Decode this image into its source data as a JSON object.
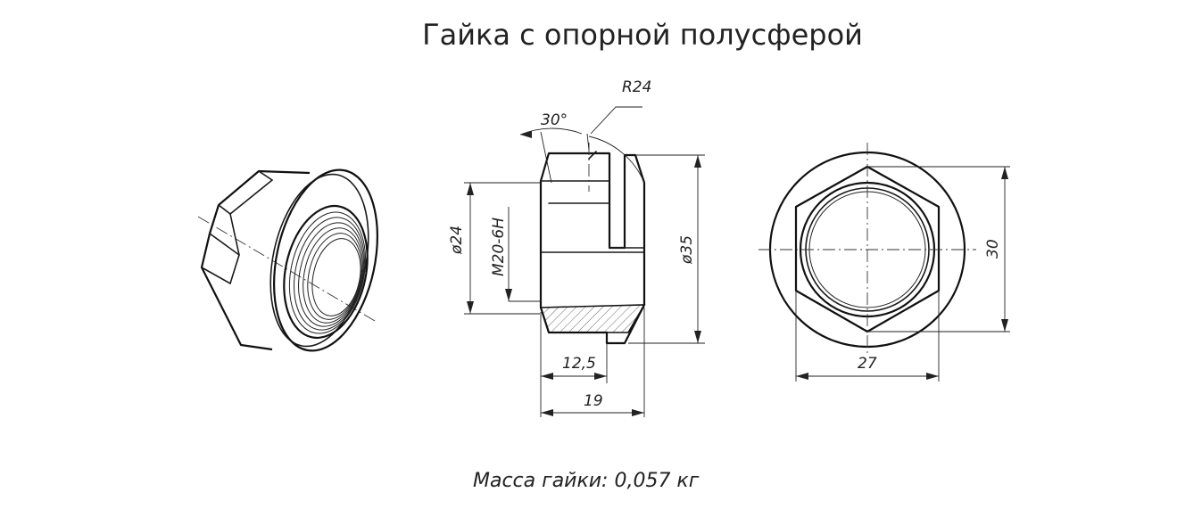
{
  "title": "Гайка с опорной полусферой",
  "mass_label": "Масса гайки: 0,057 кг",
  "dimensions": {
    "radius": "R24",
    "angle": "30°",
    "thread_dia": "ø24",
    "thread": "M20-6H",
    "outer_dia": "ø35",
    "hex_height": "12,5",
    "total_height": "19",
    "across_flats": "27",
    "across_corners": "30"
  },
  "colors": {
    "line": "#1a1a1a",
    "background": "#ffffff"
  }
}
